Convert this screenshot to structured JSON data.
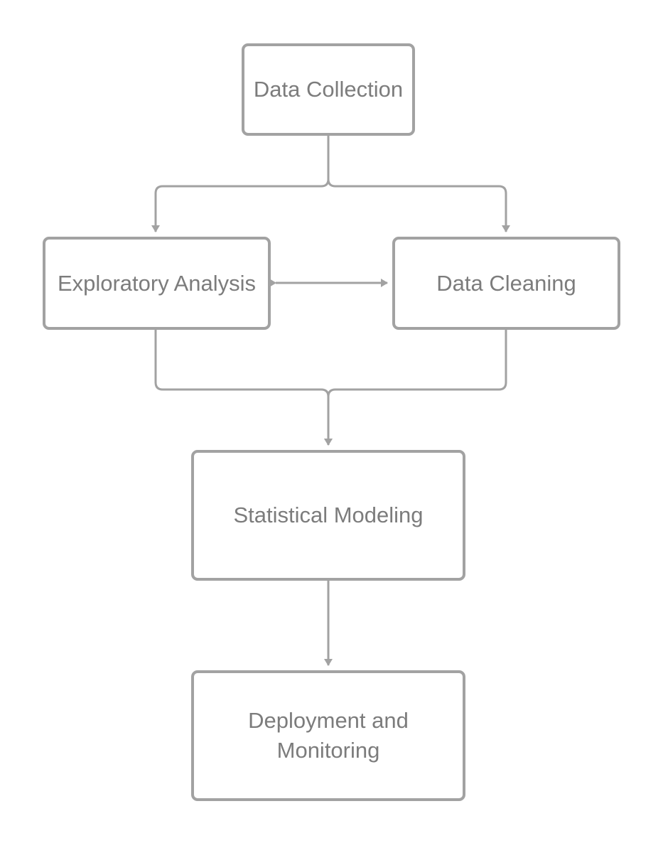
{
  "diagram": {
    "nodes": [
      {
        "id": "data-collection",
        "label": "Data Collection"
      },
      {
        "id": "exploratory-analysis",
        "label": "Exploratory Analysis"
      },
      {
        "id": "data-cleaning",
        "label": "Data Cleaning"
      },
      {
        "id": "statistical-modeling",
        "label": "Statistical Modeling"
      },
      {
        "id": "deployment-monitoring",
        "label": "Deployment and Monitoring"
      }
    ],
    "edges": [
      {
        "from": "data-collection",
        "to": "exploratory-analysis"
      },
      {
        "from": "data-collection",
        "to": "data-cleaning"
      },
      {
        "from": "exploratory-analysis",
        "to": "data-cleaning",
        "bidirectional": true
      },
      {
        "from": "exploratory-analysis",
        "to": "statistical-modeling"
      },
      {
        "from": "data-cleaning",
        "to": "statistical-modeling"
      },
      {
        "from": "statistical-modeling",
        "to": "deployment-monitoring"
      }
    ],
    "colors": {
      "border": "#a2a2a2",
      "connector": "#a2a2a2",
      "text": "#7c7c7c",
      "background": "#ffffff"
    }
  }
}
